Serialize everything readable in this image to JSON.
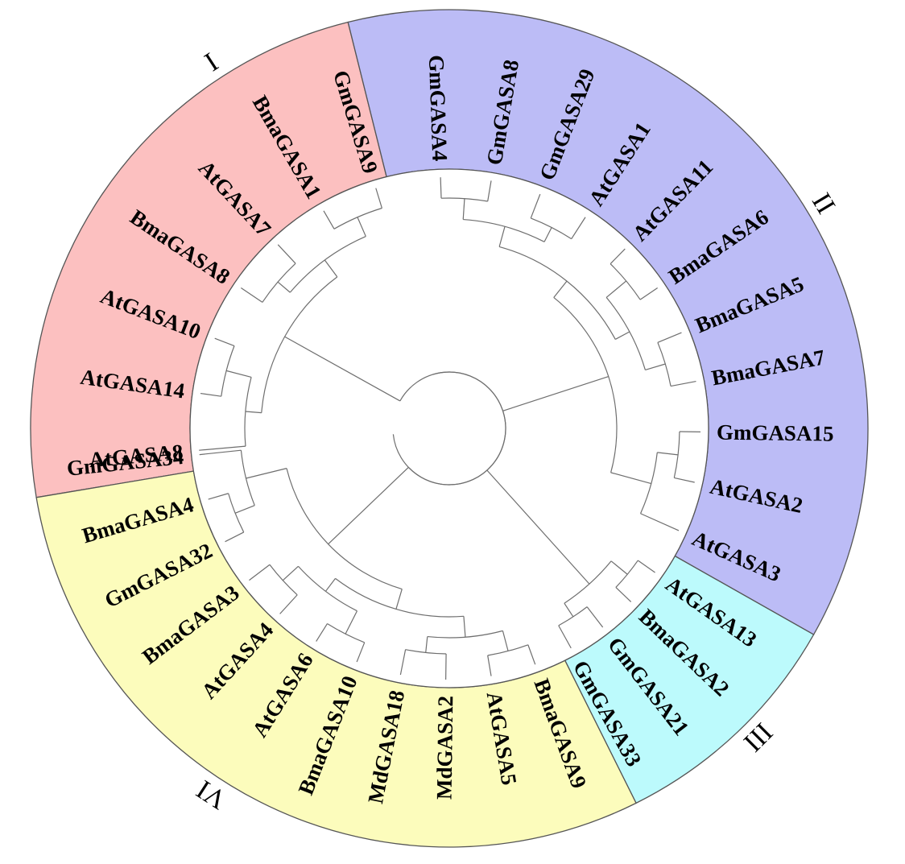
{
  "clades": [
    {
      "id": "I",
      "label": "I",
      "color": "#fcc0c0",
      "leaves": [
        "GmGASA9",
        "BmaGASA1",
        "AtGASA7",
        "BmaGASA8",
        "AtGASA10",
        "AtGASA14",
        "AtGASA8"
      ]
    },
    {
      "id": "II",
      "label": "II",
      "color": "#bcbcf6",
      "leaves": [
        "GmGASA4",
        "GmGASA8",
        "GmGASA29",
        "AtGASA1",
        "AtGASA11",
        "BmaGASA6",
        "BmaGASA5",
        "BmaGASA7",
        "GmGASA15",
        "AtGASA2",
        "AtGASA3"
      ]
    },
    {
      "id": "III",
      "label": "III",
      "color": "#bcfafc",
      "leaves": [
        "AtGASA13",
        "BmaGASA2",
        "GmGASA21",
        "GmGASA33"
      ]
    },
    {
      "id": "VI",
      "label": "VI",
      "color": "#fcfcbc",
      "leaves": [
        "BmaGASA9",
        "AtGASA5",
        "MdGASA2",
        "MdGASA18",
        "BmaGASA10",
        "AtGASA6",
        "AtGASA4",
        "BmaGASA3",
        "GmGASA32",
        "BmaGASA4",
        "GmGASA34"
      ]
    }
  ],
  "colors": {
    "outline": "#555555",
    "branch": "#6e6e6e",
    "text": "#000000"
  }
}
